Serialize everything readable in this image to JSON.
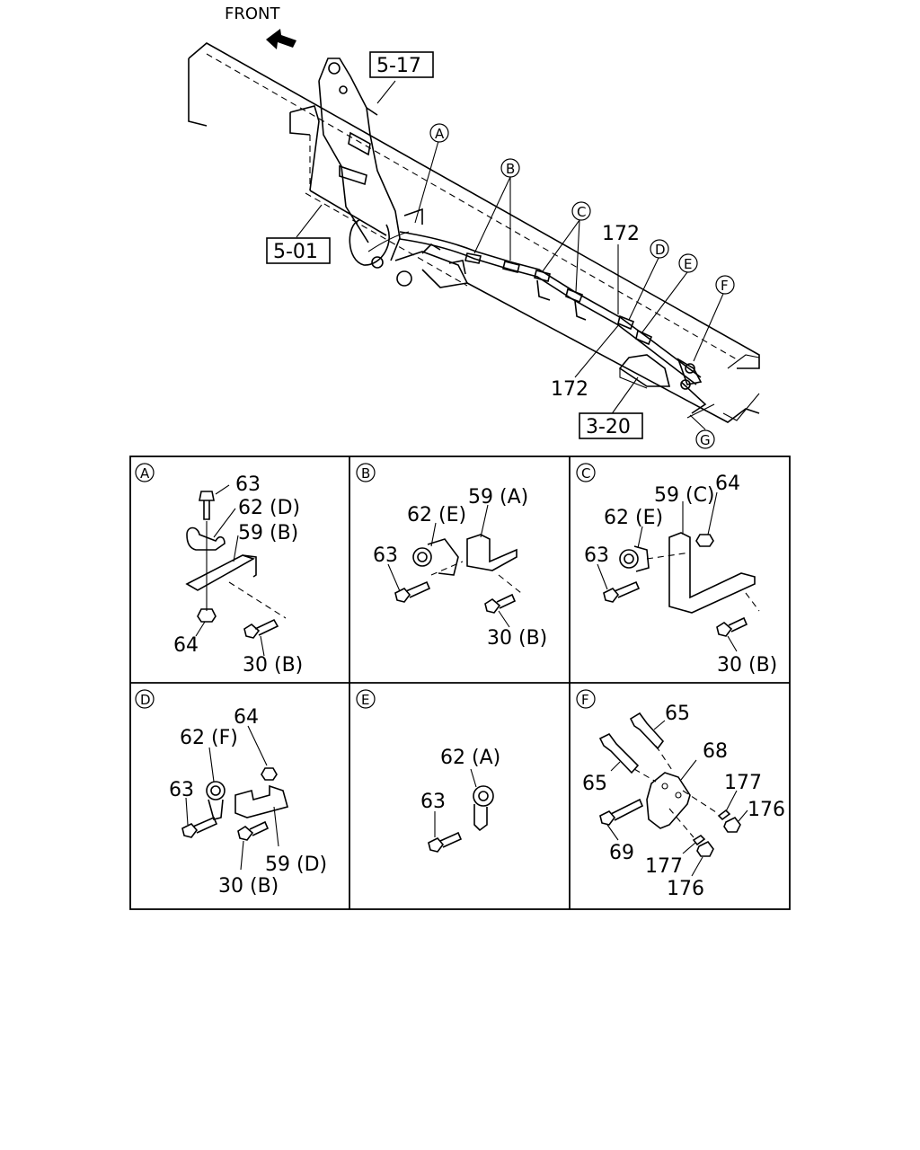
{
  "header": {
    "front": "FRONT"
  },
  "main": {
    "refs": [
      "5-17",
      "5-01",
      "3-20"
    ],
    "callouts": [
      "A",
      "B",
      "C",
      "D",
      "E",
      "F",
      "G"
    ],
    "part_172": "172"
  },
  "panels": {
    "a": {
      "letter": "A",
      "labels": [
        "63",
        "62 (D)",
        "59 (B)",
        "64",
        "30 (B)"
      ]
    },
    "b": {
      "letter": "B",
      "labels": [
        "62 (E)",
        "59 (A)",
        "63",
        "30 (B)"
      ]
    },
    "c": {
      "letter": "C",
      "labels": [
        "59 (C)",
        "64",
        "62 (E)",
        "63",
        "30 (B)"
      ]
    },
    "d": {
      "letter": "D",
      "labels": [
        "64",
        "62 (F)",
        "63",
        "59 (D)",
        "30 (B)"
      ]
    },
    "e": {
      "letter": "E",
      "labels": [
        "62 (A)",
        "63"
      ]
    },
    "f": {
      "letter": "F",
      "labels": [
        "65",
        "68",
        "65",
        "177",
        "176",
        "69",
        "177",
        "176"
      ]
    }
  }
}
